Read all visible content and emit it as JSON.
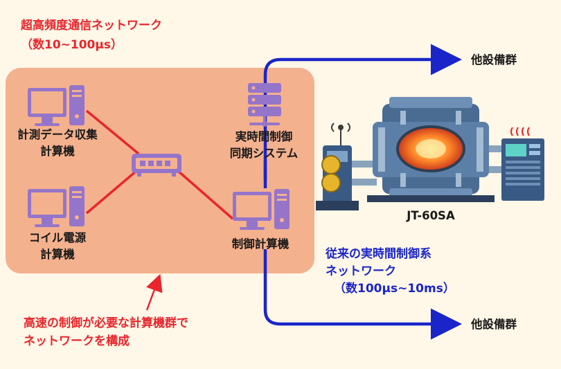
{
  "header": {
    "title": "超高頻度通信ネットワーク",
    "subtitle": "（数10~100μs）"
  },
  "nodes": {
    "data_collection": [
      "計測データ収集",
      "計算機"
    ],
    "coil_power": [
      "コイル電源",
      "計算機"
    ],
    "sync_system": [
      "実時間制御",
      "同期システム"
    ],
    "control_computer": "制御計算機",
    "jt60sa": "JT-60SA"
  },
  "outputs": {
    "top": "他設備群",
    "bottom": "他設備群"
  },
  "legacy_network": {
    "line1": "従来の実時間制御系",
    "line2": "ネットワーク",
    "line3": "（数100μs~10ms）"
  },
  "annotation": {
    "line1": "高速の制御が必要な計算機群で",
    "line2": "ネットワークを構成"
  },
  "colors": {
    "panel": "#f4b18e",
    "red": "#e8262c",
    "blue": "#1a25c9",
    "purple": "#9575c9"
  }
}
